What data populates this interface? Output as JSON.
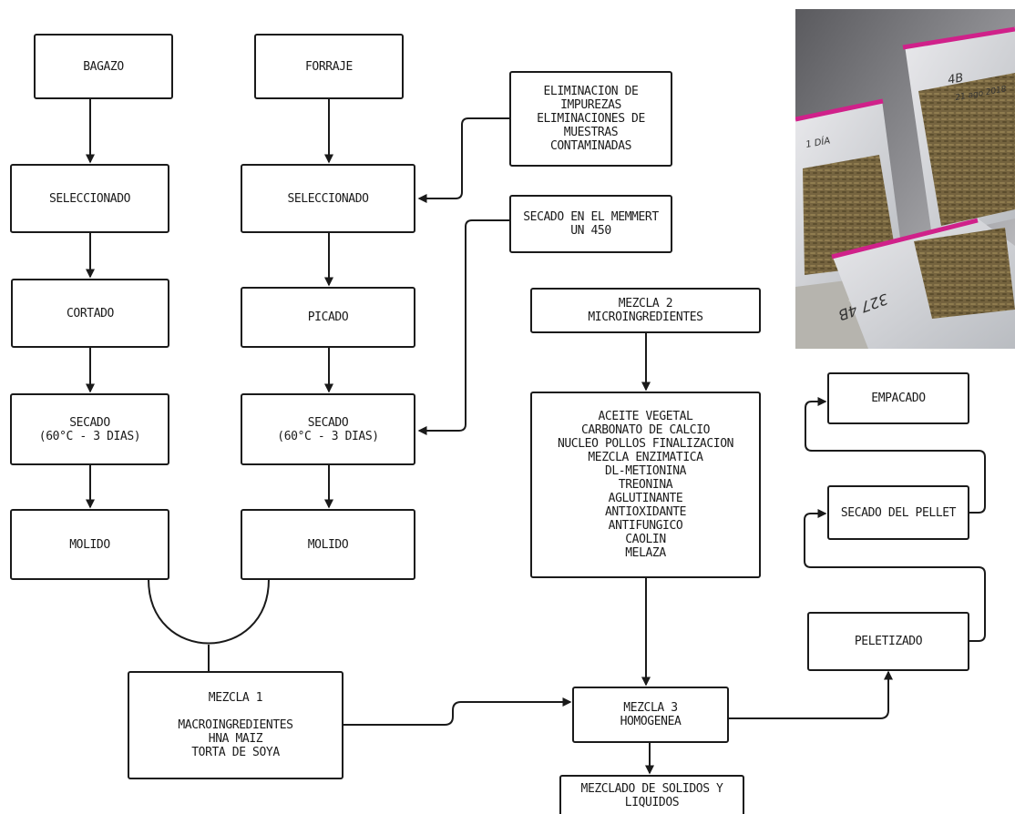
{
  "nodes": {
    "bagazo": [
      "BAGAZO"
    ],
    "forraje": [
      "FORRAJE"
    ],
    "eliminacion": [
      "ELIMINACION DE",
      "IMPUREZAS",
      "ELIMINACIONES DE",
      "MUESTRAS",
      "CONTAMINADAS"
    ],
    "sel_bagazo": [
      "SELECCIONADO"
    ],
    "sel_forraje": [
      "SELECCIONADO"
    ],
    "secado_memmert": [
      "SECADO EN EL MEMMERT",
      "UN 450"
    ],
    "cortado": [
      "CORTADO"
    ],
    "picado": [
      "PICADO"
    ],
    "mezcla2": [
      "MEZCLA 2",
      "MICROINGREDIENTES"
    ],
    "secado_bagazo": [
      "SECADO",
      "(60°C - 3 DIAS)"
    ],
    "secado_forraje": [
      "SECADO",
      "(60°C - 3 DIAS)"
    ],
    "micro_list": [
      "ACEITE VEGETAL",
      "CARBONATO DE CALCIO",
      "NUCLEO POLLOS FINALIZACION",
      "MEZCLA ENZIMATICA",
      "DL-METIONINA",
      "TREONINA",
      "AGLUTINANTE",
      "ANTIOXIDANTE",
      "ANTIFUNGICO",
      "CAOLIN",
      "MELAZA"
    ],
    "empacado": [
      "EMPACADO"
    ],
    "molido_bagazo": [
      "MOLIDO"
    ],
    "molido_forraje": [
      "MOLIDO"
    ],
    "secado_pellet": [
      "SECADO DEL PELLET"
    ],
    "peletizado": [
      "PELETIZADO"
    ],
    "mezcla1": [
      "MEZCLA 1",
      "",
      "MACROINGREDIENTES",
      "HNA MAIZ",
      "TORTA DE SOYA"
    ],
    "mezcla3": [
      "MEZCLA 3",
      "HOMOGENEA"
    ],
    "mezclado": [
      "MEZCLADO DE SOLIDOS Y",
      "LIQUIDOS"
    ]
  },
  "photo": {
    "bag_labels": [
      "4B",
      "21 ago 2018",
      "1 DÍA",
      "327 4B"
    ]
  }
}
